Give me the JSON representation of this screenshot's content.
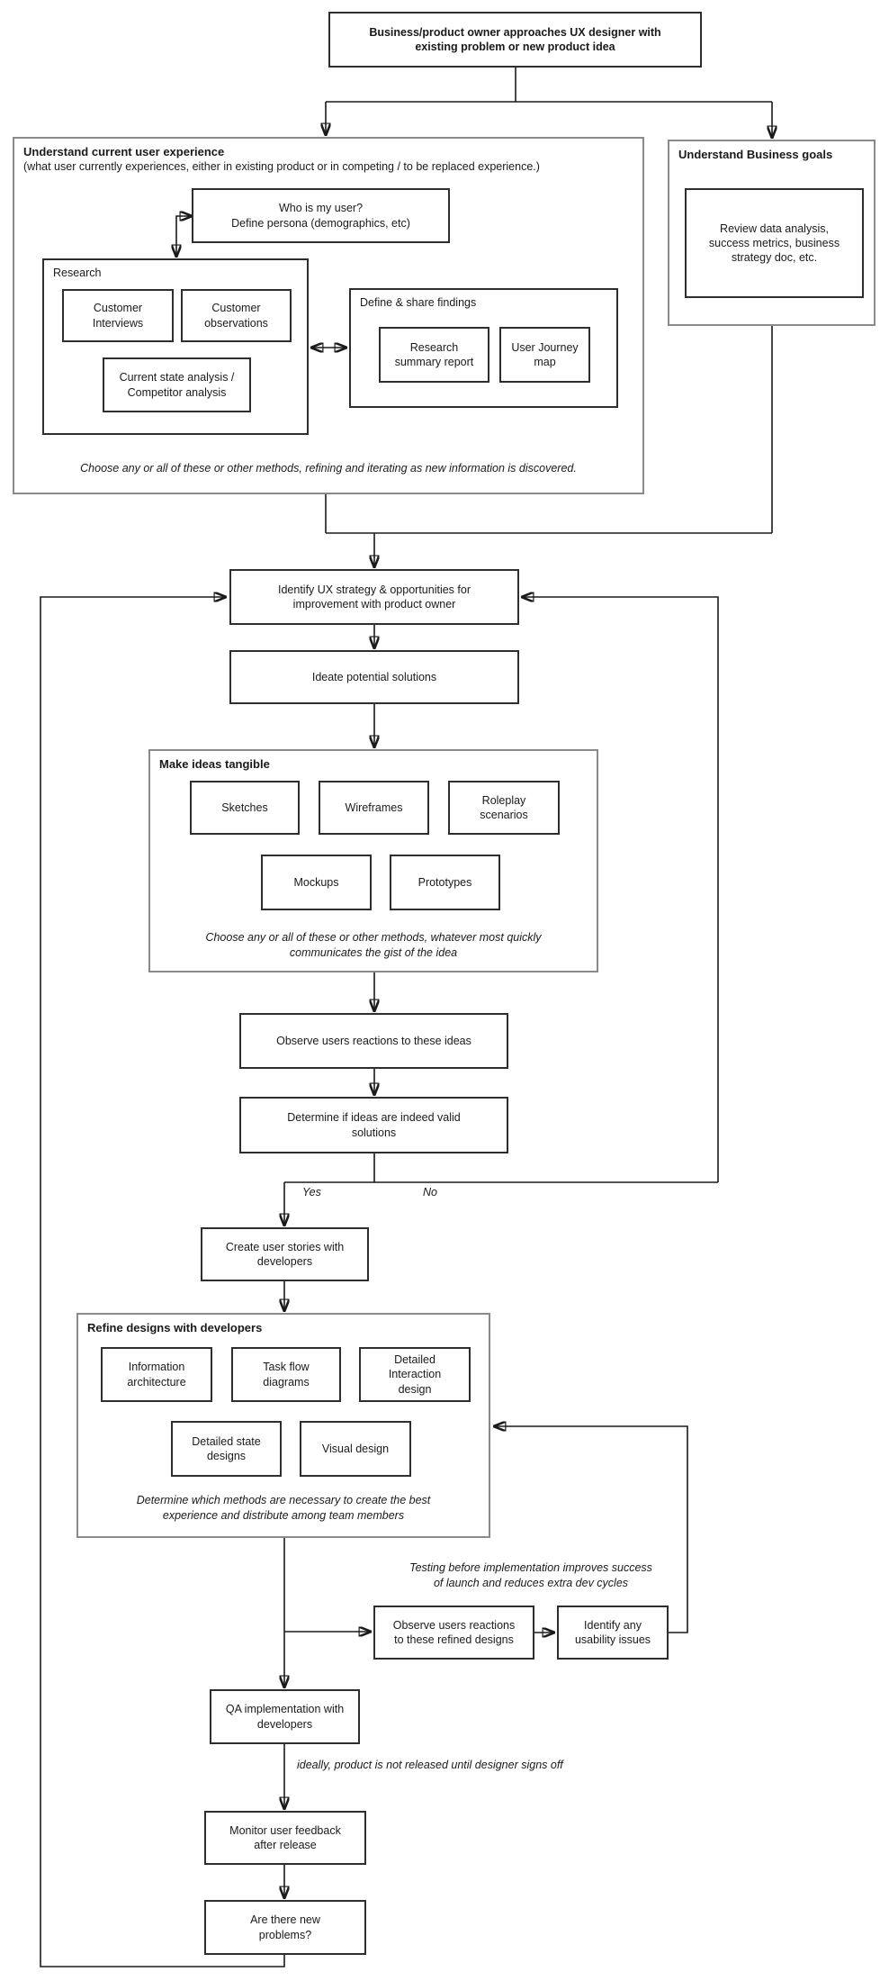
{
  "nodes": {
    "start": {
      "label": "Business/product owner approaches UX designer with\nexisting problem or new product idea"
    },
    "who": {
      "label": "Who is my user?\nDefine persona (demographics, etc)"
    },
    "customer_interviews": {
      "label": "Customer\nInterviews"
    },
    "customer_observations": {
      "label": "Customer\nobservations"
    },
    "current_state": {
      "label": "Current state analysis /\nCompetitor analysis"
    },
    "research_summary": {
      "label": "Research\nsummary report"
    },
    "user_journey": {
      "label": "User Journey\nmap"
    },
    "review_data": {
      "label": "Review data analysis,\nsuccess metrics, business\nstrategy doc, etc."
    },
    "identify_strategy": {
      "label": "Identify UX strategy & opportunities for\nimprovement with product owner"
    },
    "ideate": {
      "label": "Ideate potential solutions"
    },
    "sketches": {
      "label": "Sketches"
    },
    "wireframes": {
      "label": "Wireframes"
    },
    "roleplay": {
      "label": "Roleplay\nscenarios"
    },
    "mockups": {
      "label": "Mockups"
    },
    "prototypes": {
      "label": "Prototypes"
    },
    "observe_ideas": {
      "label": "Observe users reactions to these ideas"
    },
    "determine_valid": {
      "label": "Determine if ideas are indeed valid\nsolutions"
    },
    "create_stories": {
      "label": "Create user stories with\ndevelopers"
    },
    "information_architecture": {
      "label": "Information\narchitecture"
    },
    "task_flow": {
      "label": "Task flow\ndiagrams"
    },
    "detailed_interaction": {
      "label": "Detailed\nInteraction\ndesign"
    },
    "detailed_state": {
      "label": "Detailed state\ndesigns"
    },
    "visual_design": {
      "label": "Visual design"
    },
    "observe_refined": {
      "label": "Observe users reactions\nto these refined designs"
    },
    "identify_usability": {
      "label": "Identify any\nusability issues"
    },
    "qa": {
      "label": "QA implementation with\ndevelopers"
    },
    "monitor": {
      "label": "Monitor user feedback\nafter release"
    },
    "new_problems": {
      "label": "Are there new\nproblems?"
    }
  },
  "containers": {
    "current_ux": {
      "title": "Understand current user experience",
      "subtitle": "(what user currently experiences, either in existing product or in competing / to be replaced experience.)",
      "note": "Choose any or all of these or other methods, refining and iterating as new information is discovered."
    },
    "business_goals": {
      "title": "Understand Business goals"
    },
    "make_tangible": {
      "title": "Make ideas tangible",
      "note": "Choose any or all of these or other methods, whatever most quickly\ncommunicates the gist of the idea"
    },
    "refine_designs": {
      "title": "Refine designs with developers",
      "note": "Determine which methods are necessary to create the best\nexperience and distribute among team members"
    }
  },
  "groups": {
    "research": {
      "label": "Research"
    },
    "define_share": {
      "label": "Define & share findings"
    }
  },
  "edge_labels": {
    "yes": "Yes",
    "no": "No"
  },
  "annotations": {
    "testing": "Testing before implementation improves success\nof launch and reduces extra dev cycles",
    "release": "ideally, product is not released until designer signs off"
  },
  "colors": {
    "background": "#ffffff",
    "line": "#1a1a1a",
    "node_border": "#2e2e2e",
    "container_border": "#8a8a8a"
  }
}
